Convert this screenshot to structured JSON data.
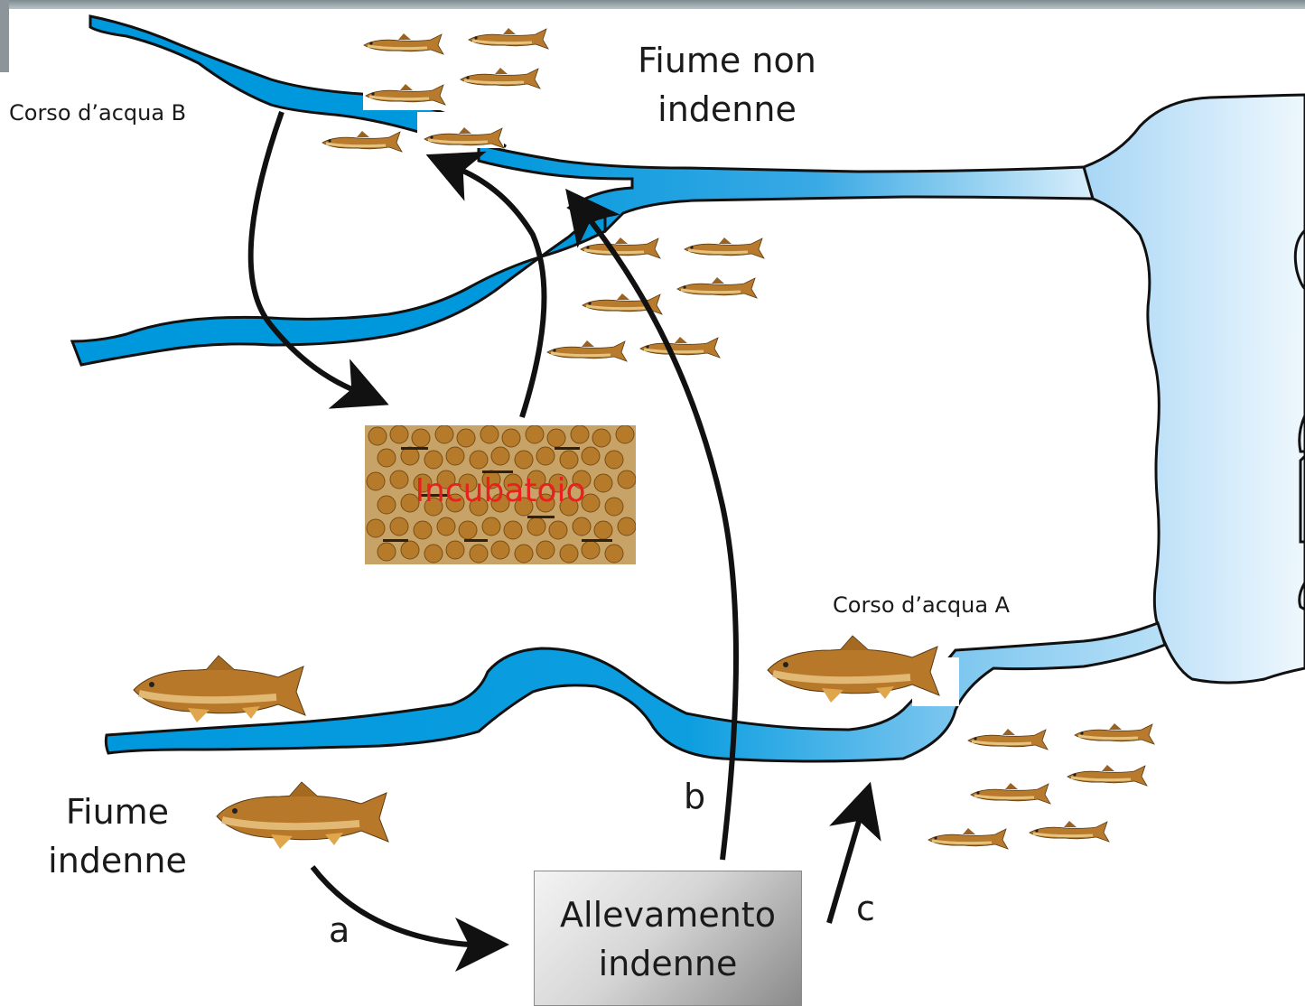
{
  "labels": {
    "corso_b": "Corso d’acqua B",
    "fiume_non_indenne_1": "Fiume non",
    "fiume_non_indenne_2": "indenne",
    "corso_a": "Corso d’acqua A",
    "fiume_indenne_1": "Fiume",
    "fiume_indenne_2": "indenne",
    "incubatoio": "Incubatoio",
    "allevamento_1": "Allevamento",
    "allevamento_2": "indenne",
    "arrow_a": "a",
    "arrow_b": "b",
    "arrow_c": "c"
  },
  "colors": {
    "river_blue": "#0098dd",
    "lake_blue": "#cfe8f9",
    "incubatoio_text": "#e8201e",
    "arrow": "#111111"
  }
}
